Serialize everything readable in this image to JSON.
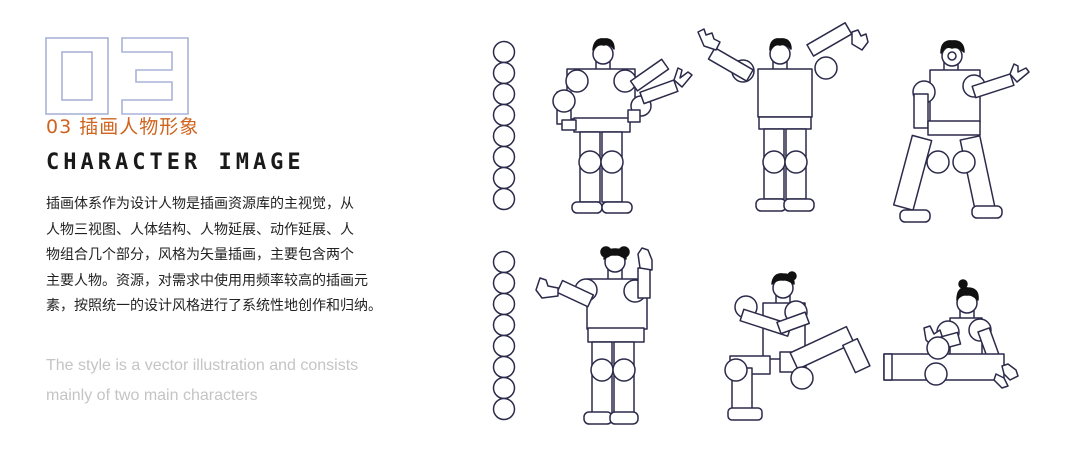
{
  "section": {
    "number": "03",
    "subtitle_cn": "03 插画人物形象",
    "title_en": "CHARACTER IMAGE"
  },
  "description_cn": [
    "插画体系作为设计人物是插画资源库的主视觉，从",
    "人物三视图、人体结构、人物延展、动作延展、人",
    "物组合几个部分，风格为矢量插画，主要包含两个",
    "主要人物。资源，对需求中使用用频率较高的插画元",
    "素，按照统一的设计风格进行了系统性地创作和归纳。"
  ],
  "description_en": [
    "The style is a vector illustration and consists",
    "mainly of two main characters"
  ],
  "colors": {
    "accent": "#d0641e",
    "outline": "#2b2a4a",
    "number_outline": "#a9b3d8",
    "hair": "#111111",
    "muted_text": "#c4c4c4"
  }
}
